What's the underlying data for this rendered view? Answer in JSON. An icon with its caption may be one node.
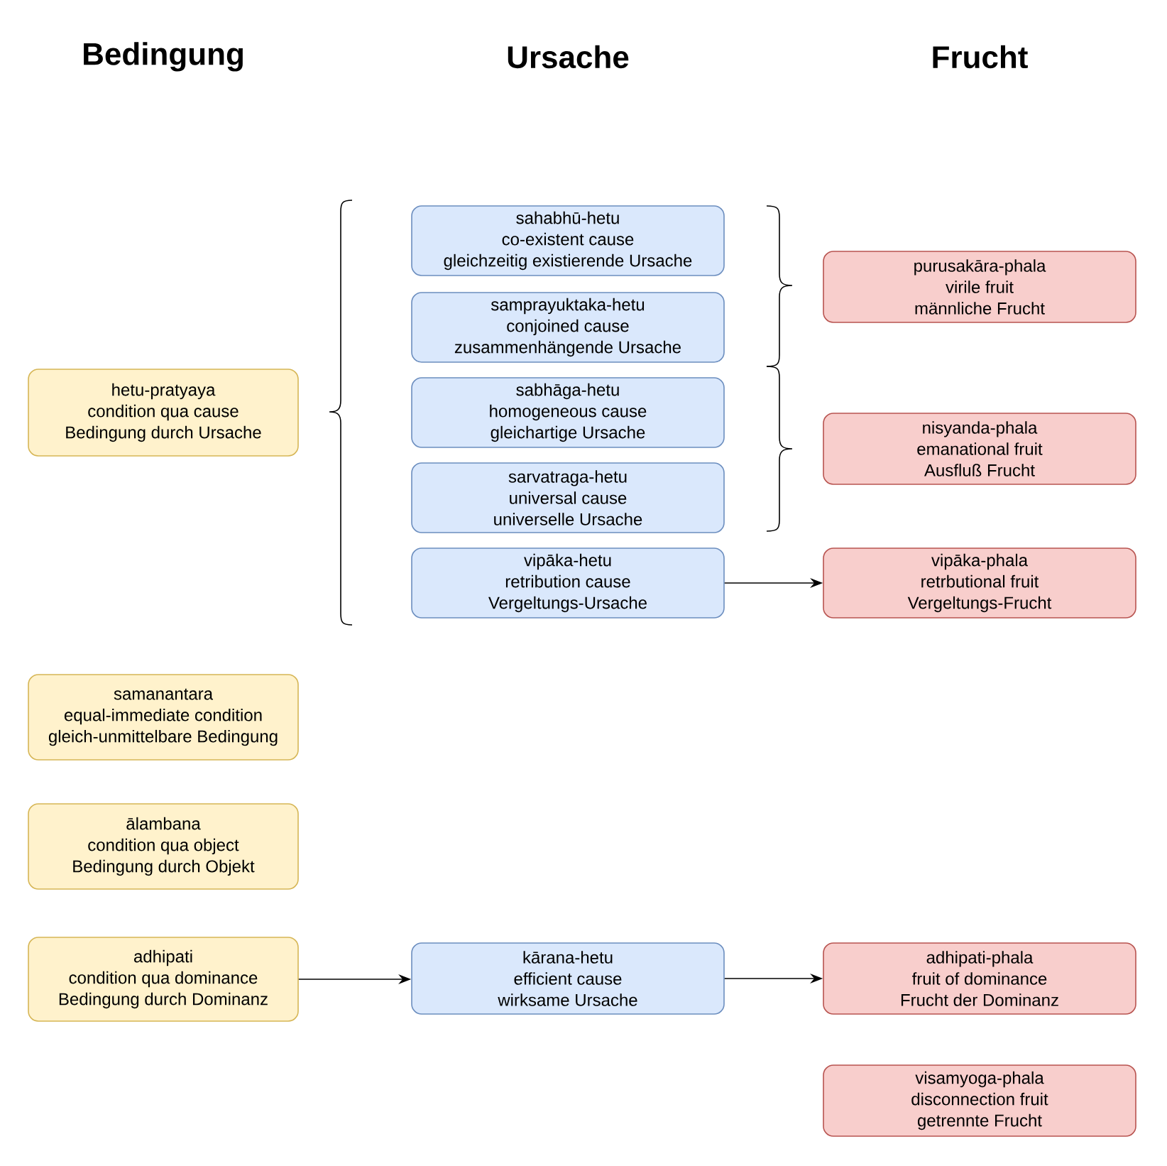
{
  "diagram": {
    "nodes": [
      {
        "text": [
          "hetu-pratyaya",
          "condition qua cause",
          "Bedingung durch Ursache"
        ]
      },
      {
        "text": [
          "samanantara",
          "equal-immediate condition",
          "gleich-unmittelbare Bedingung"
        ]
      },
      {
        "text": [
          "ālambana",
          "condition qua object",
          "Bedingung durch Objekt"
        ]
      },
      {
        "text": [
          "adhipati",
          "condition qua dominance",
          "Bedingung durch Dominanz"
        ]
      },
      {
        "text": [
          "sahabhū-hetu",
          "co-existent cause",
          "gleichzeitig existierende Ursache"
        ]
      },
      {
        "text": [
          "samprayuktaka-hetu",
          "conjoined cause",
          "zusammenhängende Ursache"
        ]
      },
      {
        "text": [
          "sabhāga-hetu",
          "homogeneous cause",
          "gleichartige Ursache"
        ]
      },
      {
        "text": [
          "sarvatraga-hetu",
          "universal cause",
          "universelle Ursache"
        ]
      },
      {
        "text": [
          "vipāka-hetu",
          "retribution cause",
          "Vergeltungs-Ursache"
        ]
      },
      {
        "text": [
          "kārana-hetu",
          "efficient cause",
          "wirksame Ursache"
        ]
      },
      {
        "text": [
          "purusakāra-phala",
          "virile fruit",
          "männliche Frucht"
        ]
      },
      {
        "text": [
          "nisyanda-phala",
          "emanational fruit",
          "Ausfluß Frucht"
        ]
      },
      {
        "text": [
          "vipāka-phala",
          "retrbutional fruit",
          "Vergeltungs-Frucht"
        ]
      },
      {
        "text": [
          "adhipati-phala",
          "fruit of dominance",
          "Frucht der Dominanz"
        ]
      },
      {
        "text": [
          "visamyoga-phala",
          "disconnection fruit",
          "getrennte Frucht"
        ]
      }
    ],
    "edges": [
      {
        "from": 8,
        "to": 12,
        "arrow": "to"
      },
      {
        "from": 3,
        "to": 9,
        "arrow": "to"
      },
      {
        "from": 9,
        "to": 13,
        "arrow": "to"
      }
    ],
    "labels": [
      "Bedingung",
      "Ursache",
      "Frucht"
    ]
  }
}
